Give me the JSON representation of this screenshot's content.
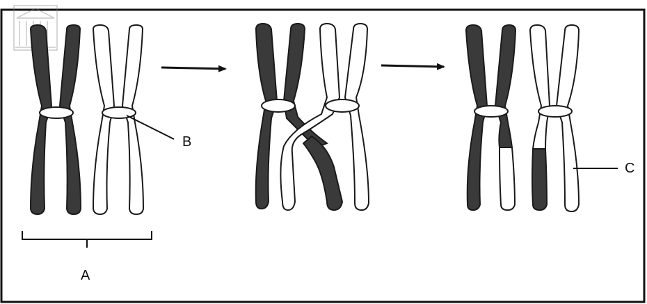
{
  "diagram": {
    "labels": {
      "a": "A",
      "b": "B",
      "c": "C"
    },
    "colors": {
      "dark_chromatid": "#3a3a3a",
      "light_chromatid": "#ffffff",
      "outline": "#1a1a1a",
      "background": "#ffffff"
    },
    "watermark_icon": "building-seal-icon"
  }
}
